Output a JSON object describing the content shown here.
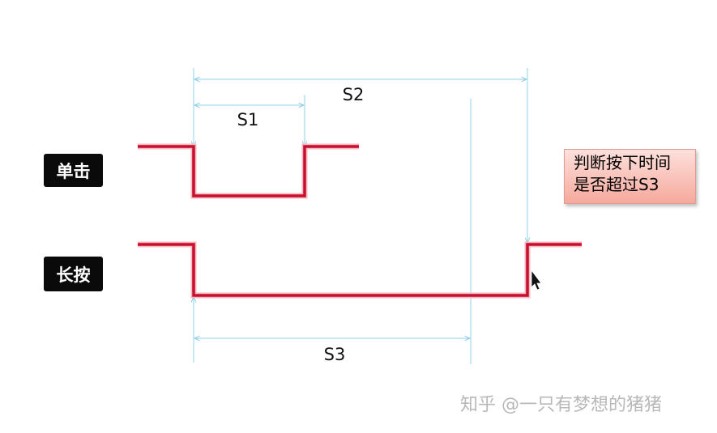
{
  "labels": {
    "single_click": "单击",
    "long_press": "长按"
  },
  "dimensions": {
    "s1": "S1",
    "s2": "S2",
    "s3": "S3"
  },
  "note": {
    "line1": "判断按下时间",
    "line2": "是否超过S3"
  },
  "watermark": "知乎 @一只有梦想的猪猪",
  "colors": {
    "signal": "#c8102e",
    "dimension_line": "#7ec8e3",
    "tag_bg": "#0a0a0a",
    "note_bg": "#f8b4a8"
  }
}
